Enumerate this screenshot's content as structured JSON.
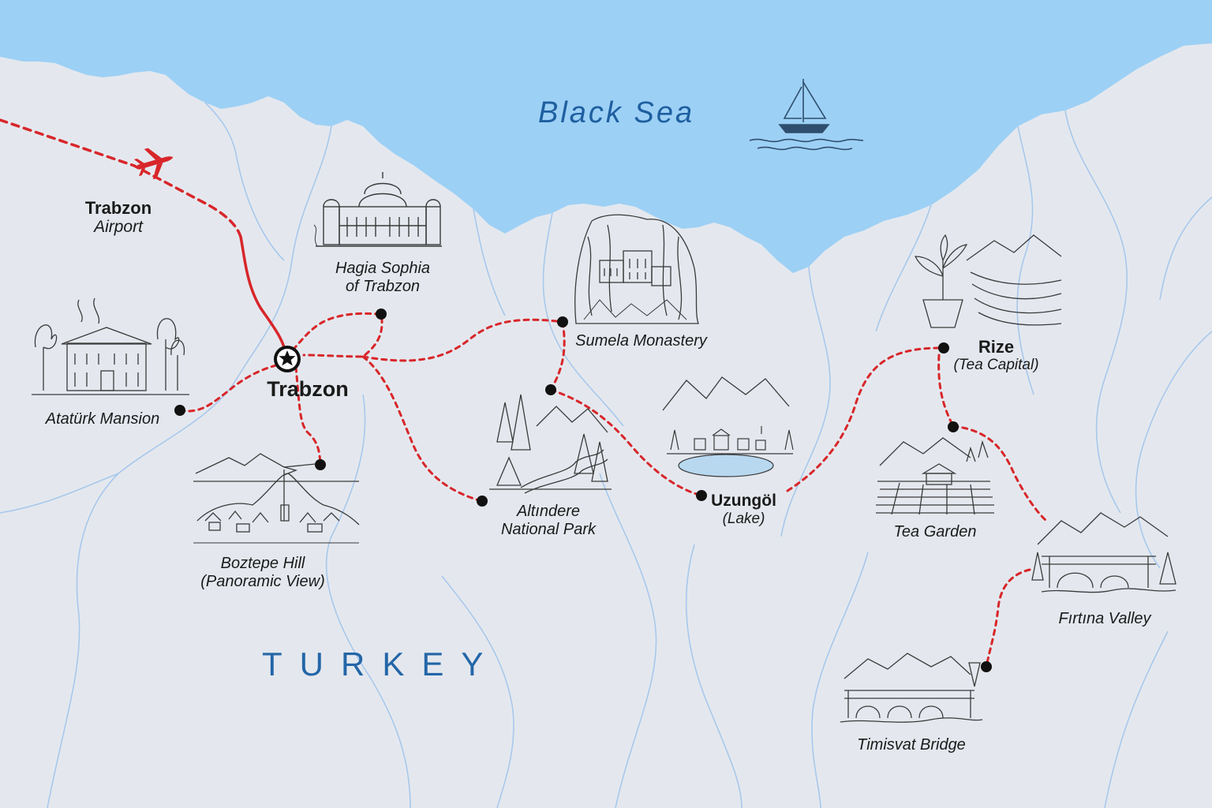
{
  "map": {
    "sea_label": "Black Sea",
    "country_label": "TURKEY",
    "colors": {
      "sea": "#9dd0f5",
      "land": "#e4e8ee",
      "route": "#d8262a",
      "rivers": "#a8c8ec",
      "sketch": "#3a3a3a",
      "text": "#1a1a1a",
      "sea_text": "#1e5fa0"
    },
    "icons": {
      "plane": "plane-icon",
      "start": "star-marker-icon",
      "stop": "dot-marker-icon",
      "boat": "sailboat-icon"
    },
    "places": {
      "airport": {
        "name": "Trabzon",
        "sub": "Airport"
      },
      "trabzon": {
        "name": "Trabzon"
      },
      "hagia": {
        "line1": "Hagia Sophia",
        "line2": "of Trabzon"
      },
      "sumela": {
        "name": "Sumela Monastery"
      },
      "ataturk": {
        "name": "Atatürk Mansion"
      },
      "boztepe": {
        "line1": "Boztepe Hill",
        "line2": "(Panoramic View)"
      },
      "altindere": {
        "line1": "Altındere",
        "line2": "National Park"
      },
      "uzungol": {
        "name": "Uzungöl",
        "sub": "(Lake)"
      },
      "rize": {
        "name": "Rize",
        "sub": "(Tea Capital)"
      },
      "tea_garden": {
        "name": "Tea Garden"
      },
      "firtina": {
        "name": "Fırtına Valley"
      },
      "timisvat": {
        "name": "Timisvat Bridge"
      }
    }
  }
}
